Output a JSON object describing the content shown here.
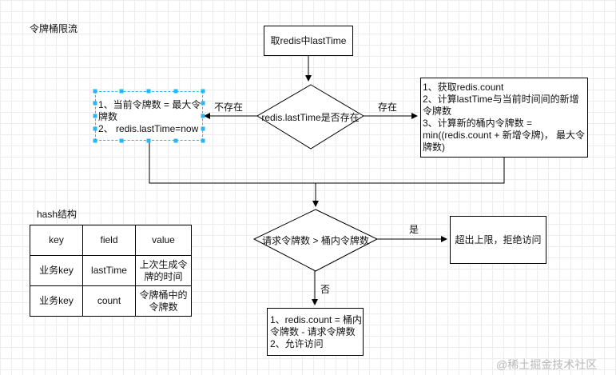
{
  "title": "令牌桶限流",
  "nodes": {
    "get_last_time": "取redis中lastTime",
    "last_time_exists": "redis.lastTime是否存在",
    "init_box": [
      "1、当前令牌数 = 最大令",
      "牌数",
      "2、 redis.lastTime=now"
    ],
    "exists_box": [
      "1、获取redis.count",
      "2、计算lastTime与当前时间间的新增",
      "令牌数",
      "3、计算新的桶内令牌数 =",
      "min((redis.count + 新增令牌)， 最大令",
      "牌数)"
    ],
    "compare": "请求令牌数 > 桶内令牌数",
    "reject": "超出上限，拒绝访问",
    "allow_box": [
      "1、redis.count = 桶内",
      "令牌数 - 请求令牌数",
      "2、允许访问"
    ]
  },
  "edges": {
    "not_exists": "不存在",
    "exists": "存在",
    "yes": "是",
    "no": "否"
  },
  "hash_table": {
    "title": "hash结构",
    "headers": [
      "key",
      "field",
      "value"
    ],
    "rows": [
      [
        "业务key",
        "lastTime",
        "上次生成令\n牌的时间"
      ],
      [
        "业务key",
        "count",
        "令牌桶中的\n令牌数"
      ]
    ]
  },
  "watermark": "@稀土掘金技术社区"
}
